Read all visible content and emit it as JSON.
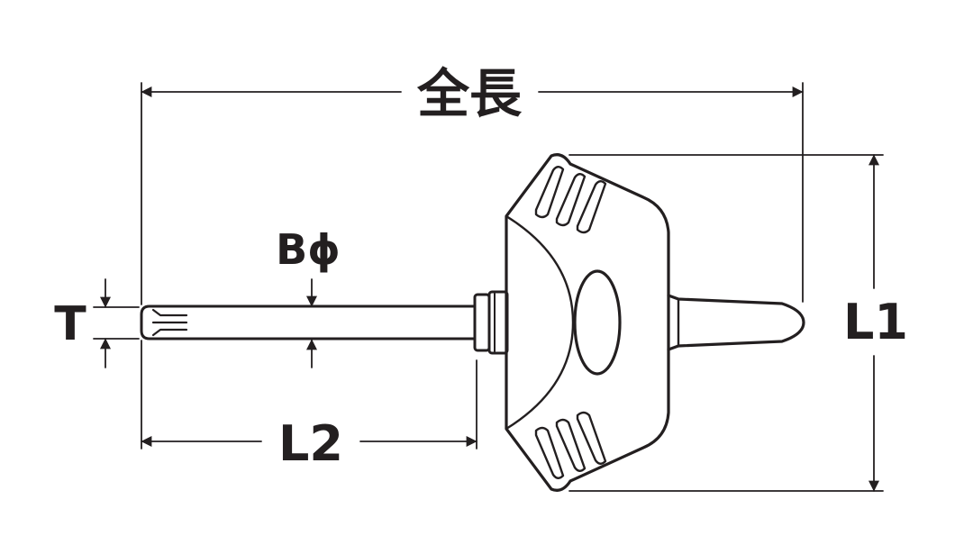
{
  "labels": {
    "overall_length": "全長",
    "tip_size": "T",
    "shaft_diameter": "Bϕ",
    "shaft_length": "L2",
    "handle_length": "L1"
  },
  "colors": {
    "line": "#231f20",
    "background": "#ffffff"
  }
}
